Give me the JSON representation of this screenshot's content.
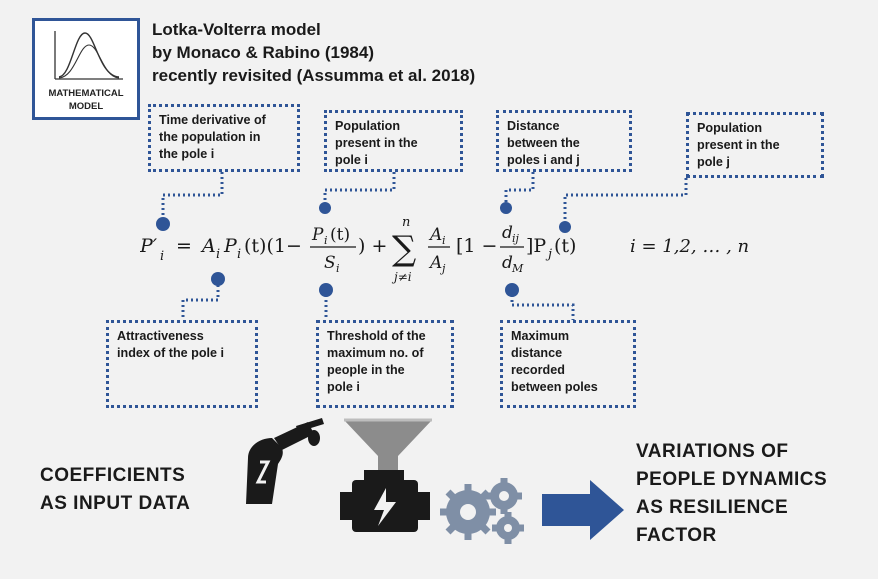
{
  "logo": {
    "caption_line1": "MATHEMATICAL",
    "caption_line2": "MODEL",
    "icon": "bell-curve-chart-icon"
  },
  "title": {
    "line1": "Lotka-Volterra model",
    "line2": "by Monaco & Rabino (1984)",
    "line3": "recently revisited (Assumma et al. 2018)"
  },
  "annotations_top": [
    {
      "lines": [
        "Time derivative of",
        "the population in",
        "the pole i"
      ]
    },
    {
      "lines": [
        "Population",
        "present in the",
        "pole i"
      ]
    },
    {
      "lines": [
        "Distance",
        "between the",
        "poles i and j"
      ]
    },
    {
      "lines": [
        "Population",
        "present in the",
        "pole j"
      ]
    }
  ],
  "annotations_bottom": [
    {
      "lines": [
        "Attractiveness",
        "index of the pole i"
      ]
    },
    {
      "lines": [
        "Threshold of the",
        "maximum no. of",
        "people in the",
        "pole i"
      ]
    },
    {
      "lines": [
        "Maximum",
        "distance",
        "recorded",
        "between poles"
      ]
    }
  ],
  "formula": {
    "lhs": "P′",
    "lhs_sub": "i",
    "eq": "=",
    "a": "A",
    "a_sub": "i",
    "p": "P",
    "p_sub": "i",
    "t": "(t)(1−",
    "frac1_num": "P",
    "frac1_num_sub": "i",
    "frac1_num_t": "(t)",
    "frac1_den": "S",
    "frac1_den_sub": "i",
    "close1": ") +",
    "sum_top": "n",
    "sum_sym": "∑",
    "sum_bottom": "j≠i",
    "frac2_num": "A",
    "frac2_num_sub": "i",
    "frac2_den": "A",
    "frac2_den_sub": "j",
    "bracket": "[1 −",
    "frac3_num": "d",
    "frac3_num_sub": "ij",
    "frac3_den": "d",
    "frac3_den_sub": "M",
    "close3": "]P",
    "pj_sub": "j",
    "pj_t": "(t)",
    "range": "i = 1,2, … , n"
  },
  "bottom": {
    "left_line1": "COEFFICIENTS",
    "left_line2": "AS INPUT DATA",
    "right_line1": "VARIATIONS OF",
    "right_line2": "PEOPLE DYNAMICS",
    "right_line3": "AS RESILIENCE",
    "right_line4": "FACTOR",
    "icons": [
      "fuel-nozzle-icon",
      "funnel-icon",
      "engine-icon",
      "gears-icon",
      "arrow-right-icon"
    ]
  },
  "colors": {
    "accent": "#2f5597",
    "text": "#1a1a1a",
    "icon_dark": "#1a1a1a",
    "funnel": "#8c8c8c",
    "gears": "#7f8fa6"
  }
}
